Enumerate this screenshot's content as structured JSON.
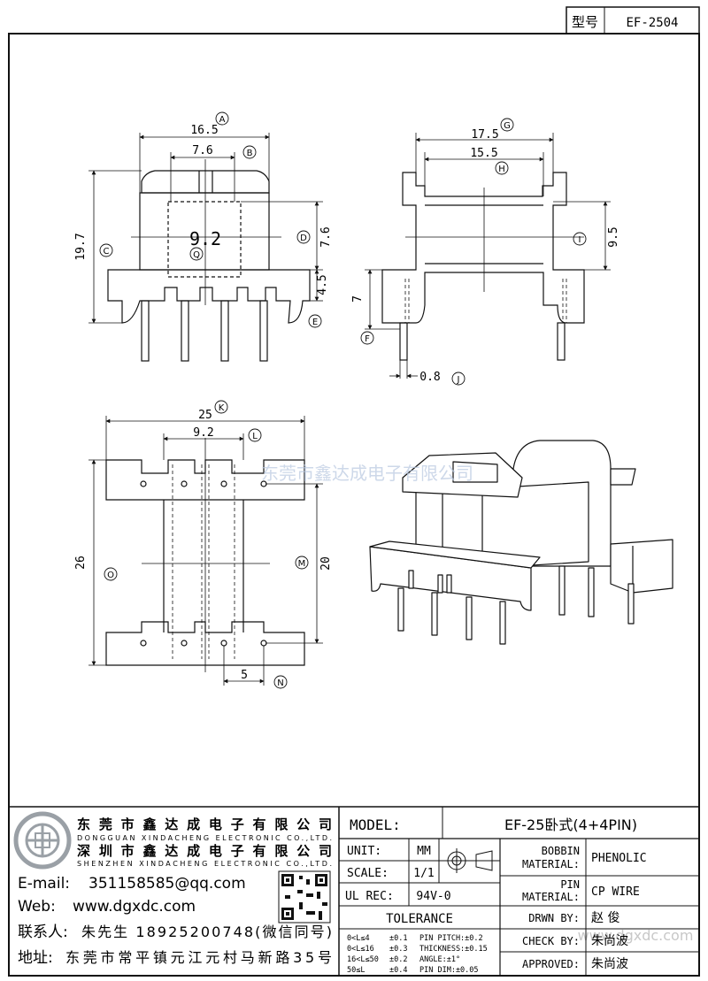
{
  "header": {
    "model_label": "型号",
    "model_value": "EF-2504"
  },
  "watermark": "东莞市鑫达成电子有限公司",
  "watermark_url": "www.dgxdc.com",
  "views": {
    "front": {
      "dims": {
        "a": "16.5",
        "b": "7.6",
        "c": "19.7",
        "d": "7.6",
        "e": "4.5",
        "center": "9.2"
      },
      "markers": [
        "A",
        "B",
        "C",
        "D",
        "E",
        "Q"
      ]
    },
    "side": {
      "dims": {
        "g": "17.5",
        "h": "15.5",
        "i": "9.5",
        "f": "7",
        "j": "0.8"
      },
      "markers": [
        "G",
        "H",
        "I",
        "F",
        "J"
      ]
    },
    "bottom": {
      "dims": {
        "k": "25",
        "l": "9.2",
        "o": "26",
        "m": "20",
        "n": "5"
      },
      "markers": [
        "K",
        "L",
        "O",
        "M",
        "N"
      ]
    }
  },
  "company": {
    "name_cn_1": "东莞市鑫达成电子有限公司",
    "name_en_1": "DONGGUAN XINDACHENG ELECTRONIC CO.,LTD.",
    "name_cn_2": "深圳市鑫达成电子有限公司",
    "name_en_2": "SHENZHEN XINDACHENG ELECTRONIC CO.,LTD.",
    "email_label": "E-mail:",
    "email": "351158585@qq.com",
    "web_label": "Web:",
    "web": "www.dgxdc.com",
    "contact_label": "联系人:",
    "contact": "朱先生 18925200748(微信同号)",
    "address_label": "地址:",
    "address": "东莞市常平镇元江元村马新路35号"
  },
  "title_block": {
    "model_label": "MODEL:",
    "model_value": "EF-25卧式(4+4PIN)",
    "unit_label": "UNIT:",
    "unit_value": "MM",
    "scale_label": "SCALE:",
    "scale_value": "1/1",
    "ulrec_label": "UL REC:",
    "ulrec_value": "94V-0",
    "tolerance_label": "TOLERANCE",
    "tolerances": [
      {
        "range": "0<L≤4",
        "tol": "±0.1",
        "param": "PIN PITCH:±0.2"
      },
      {
        "range": "0<L≤16",
        "tol": "±0.3",
        "param": "THICKNESS:±0.15"
      },
      {
        "range": "16<L≤50",
        "tol": "±0.2",
        "param": "ANGLE:±1°"
      },
      {
        "range": "50≤L",
        "tol": "±0.4",
        "param": "PIN DIM:±0.05"
      }
    ],
    "bobbin_label_1": "BOBBIN",
    "bobbin_label_2": "MATERIAL:",
    "bobbin_value": "PHENOLIC",
    "pin_label_1": "PIN",
    "pin_label_2": "MATERIAL:",
    "pin_value": "CP WIRE",
    "drwn_label": "DRWN BY:",
    "drwn_value": "赵 俊",
    "check_label": "CHECK BY:",
    "check_value": "朱尚波",
    "approved_label": "APPROVED:",
    "approved_value": "朱尚波"
  }
}
